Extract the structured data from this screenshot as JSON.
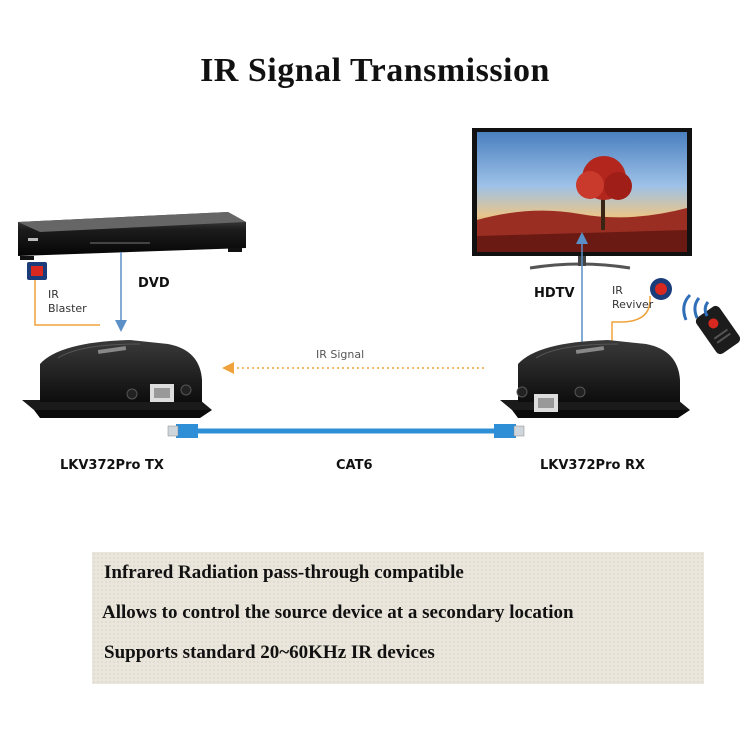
{
  "title": "IR Signal Transmission",
  "labels": {
    "dvd": "DVD",
    "hdtv": "HDTV",
    "ir_blaster": "IR Blaster",
    "ir_receiver": "IR Reviver",
    "ir_signal": "IR Signal",
    "tx": "LKV372Pro TX",
    "rx": "LKV372Pro RX",
    "cable": "CAT6"
  },
  "features": [
    "Infrared Radiation pass-through compatible",
    "Allows to control the source device at a secondary location",
    "Supports standard 20~60KHz IR devices"
  ],
  "colors": {
    "arrow_blue": "#5b8fc7",
    "signal_orange": "#f0a23a",
    "cable_blue": "#2f8fd6",
    "ir_red": "#d8281f",
    "feature_bg": "#ebe6dc"
  }
}
